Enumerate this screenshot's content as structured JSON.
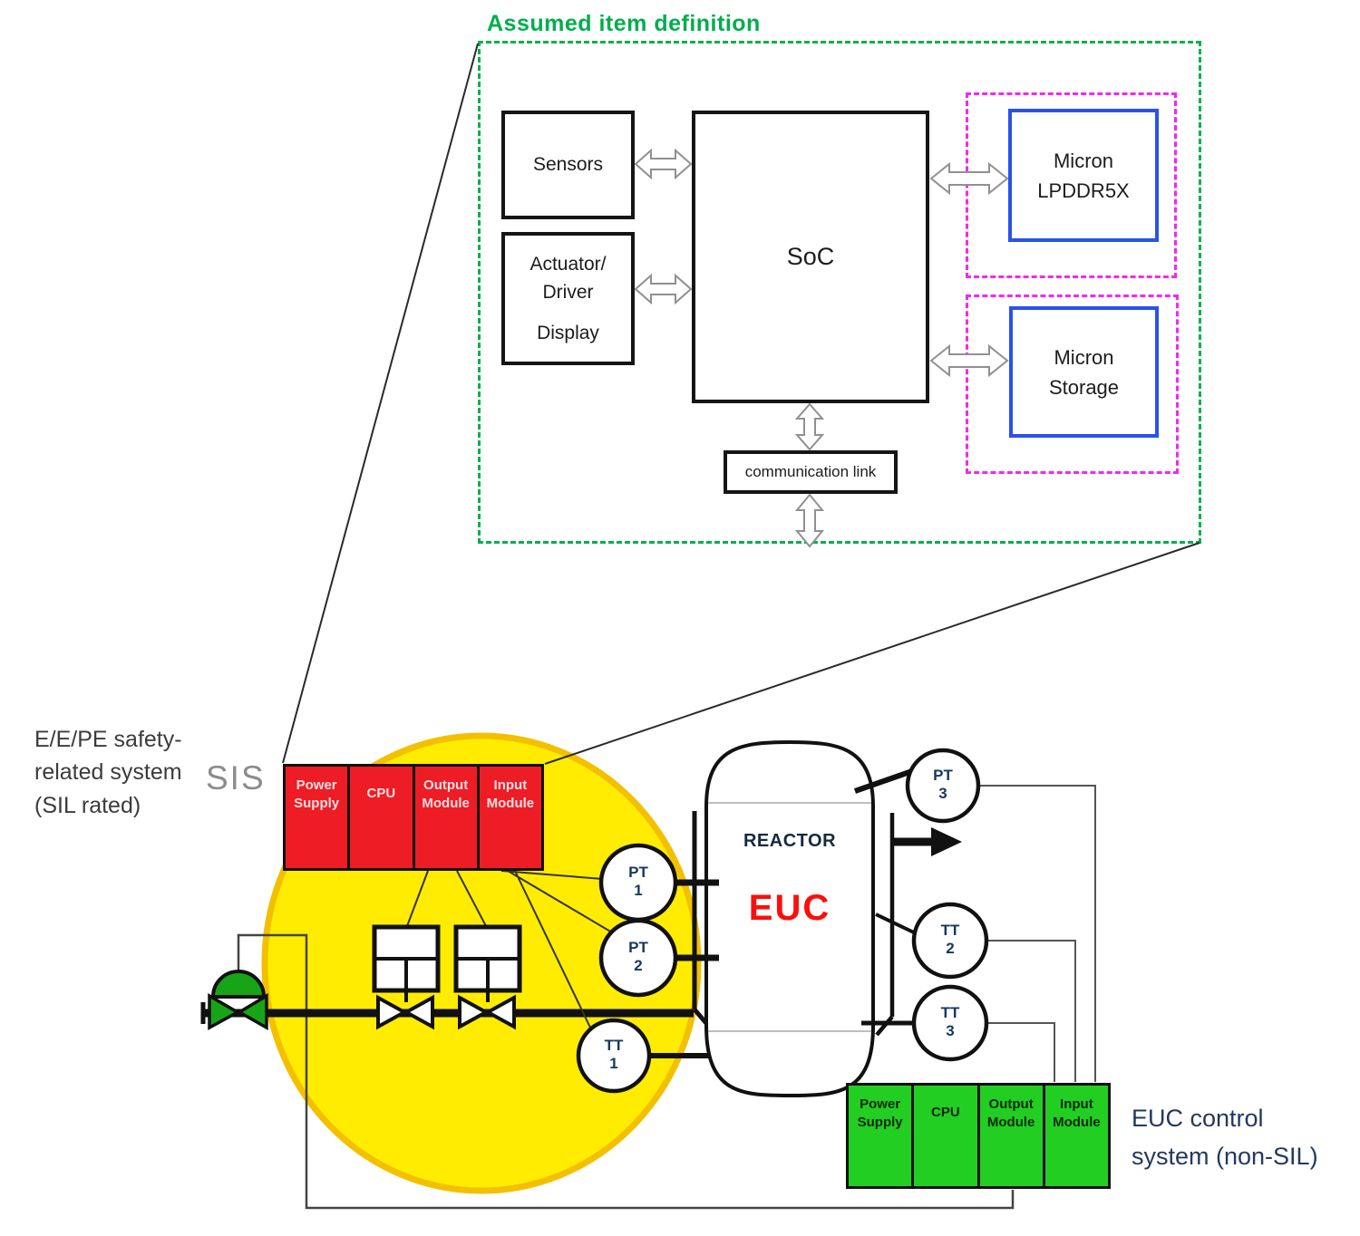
{
  "colors": {
    "callout_green": "#00b14c",
    "magenta_dash": "#ee2bee",
    "micron_blue": "#2a52e8",
    "sis_red": "#ee1c24",
    "euc_green": "#22ce22",
    "sil_zone_yellow": "#ffec00",
    "sil_zone_border": "#f3c000",
    "tag_navy": "#17375d",
    "euc_text_red": "#fb0f0c"
  },
  "assumed_item": {
    "title": "Assumed item definition",
    "sensors": "Sensors",
    "actuator_lines": [
      "Actuator/",
      "Driver",
      "Display"
    ],
    "soc": "SoC",
    "lpddr_lines": [
      "Micron",
      "LPDDR5X"
    ],
    "storage_lines": [
      "Micron",
      "Storage"
    ],
    "comm_link": "communication link"
  },
  "sis": {
    "tag": "SIS",
    "side_label_lines": [
      "E/E/PE safety-",
      "related system",
      "(SIL rated)"
    ],
    "modules": [
      "Power Supply",
      "CPU",
      "Output Module",
      "Input Module"
    ]
  },
  "euc": {
    "reactor": "REACTOR",
    "name": "EUC",
    "control_label_lines": [
      "EUC control",
      "system (non-SIL)"
    ],
    "modules": [
      "Power Supply",
      "CPU",
      "Output Module",
      "Input Module"
    ]
  },
  "transmitters": {
    "pt1": [
      "PT",
      "1"
    ],
    "pt2": [
      "PT",
      "2"
    ],
    "pt3": [
      "PT",
      "3"
    ],
    "tt1": [
      "TT",
      "1"
    ],
    "tt2": [
      "TT",
      "2"
    ],
    "tt3": [
      "TT",
      "3"
    ]
  }
}
